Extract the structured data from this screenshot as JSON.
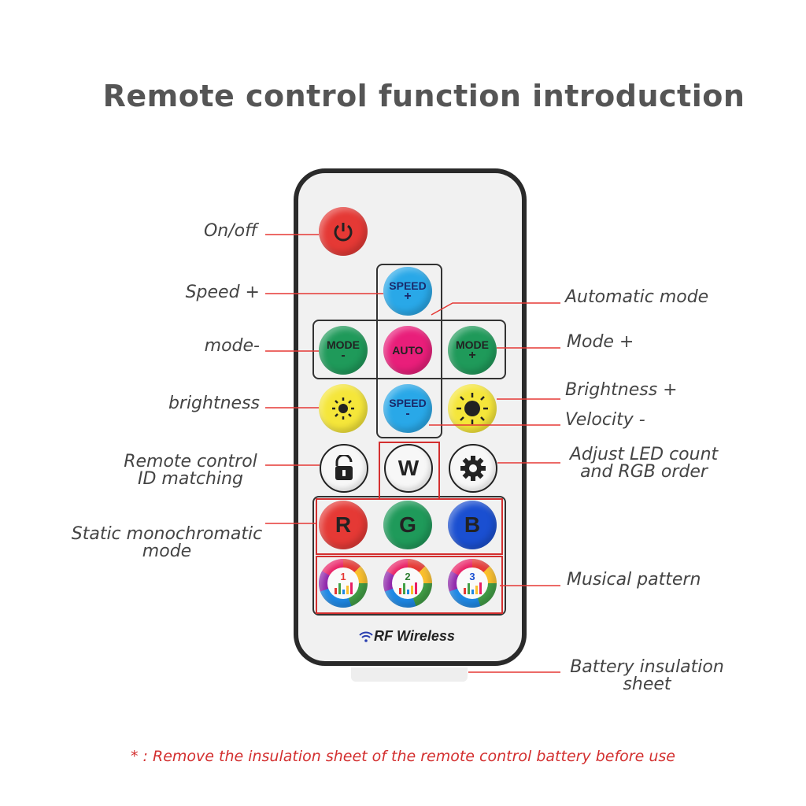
{
  "title": "Remote control function introduction",
  "left_labels": {
    "on_off": "On/off",
    "speed_plus": "Speed +",
    "mode_minus": "mode-",
    "brightness": "brightness",
    "remote_id_1": "Remote control",
    "remote_id_2": "ID matching",
    "static_1": "Static monochromatic",
    "static_2": "mode"
  },
  "right_labels": {
    "automatic": "Automatic mode",
    "mode_plus": "Mode +",
    "brightness_plus": "Brightness +",
    "velocity_minus": "Velocity -",
    "adjust_1": "Adjust LED count",
    "adjust_2": "and RGB order",
    "musical": "Musical pattern",
    "battery_1": "Battery insulation",
    "battery_2": "sheet"
  },
  "buttons": {
    "power": "power-icon",
    "speed_plus": {
      "top": "SPEED",
      "bottom": "+"
    },
    "mode_minus": {
      "top": "MODE",
      "bottom": "-"
    },
    "auto": "AUTO",
    "mode_plus": {
      "top": "MODE",
      "bottom": "+"
    },
    "bright_minus": "sun-small-icon",
    "speed_minus": {
      "top": "SPEED",
      "bottom": "-"
    },
    "bright_plus": "sun-large-icon",
    "lock": "unlock-icon",
    "w": "W",
    "gear": "gear-icon",
    "r": "R",
    "g": "G",
    "b": "B",
    "music": [
      "1",
      "2",
      "3"
    ]
  },
  "brand": "RF Wireless",
  "footer": "* :  Remove the insulation sheet of the remote control battery before use",
  "colors": {
    "red": "#e53935",
    "blue": "#29a8e8",
    "green": "#1f9a5a",
    "magenta": "#e91e7a",
    "yellow": "#f5e63a",
    "deep_blue": "#1a4fd1",
    "accent_line": "#e53935"
  }
}
